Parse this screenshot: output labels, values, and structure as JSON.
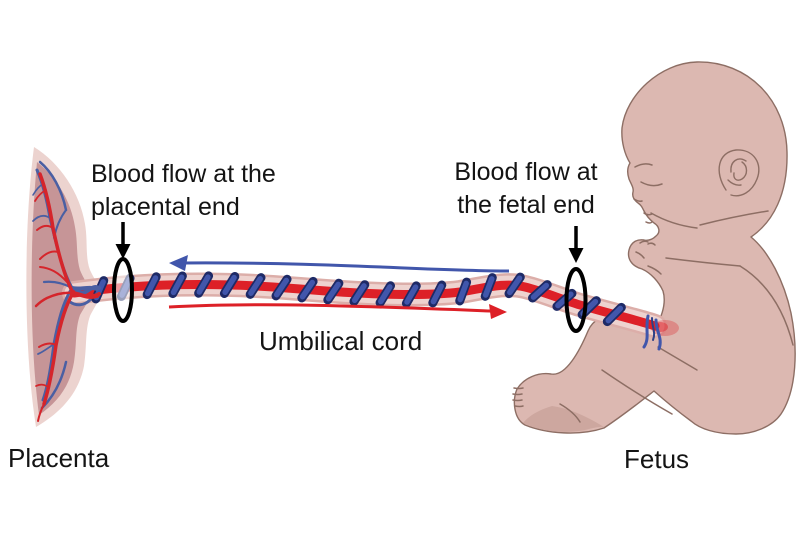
{
  "diagram": {
    "labels": {
      "placental_flow_line1": "Blood flow at the",
      "placental_flow_line2": "placental end",
      "fetal_flow_line1": "Blood flow at",
      "fetal_flow_line2": "the fetal end",
      "umbilical_cord": "Umbilical cord",
      "placenta": "Placenta",
      "fetus": "Fetus"
    },
    "colors": {
      "background": "#ffffff",
      "skin": "#dcb8b1",
      "skin_shade": "#c8a19a",
      "skin_outline": "#8d6e64",
      "placenta_outer": "#ecd3cf",
      "placenta_inner": "#c69597",
      "artery_red": "#dd2027",
      "vein_blue": "#4156ab",
      "vein_dark": "#1e2a66",
      "cord_sheath": "#eed3cf",
      "cord_sheath_edge": "#dcaea9",
      "marker_black": "#000000",
      "text": "#141414"
    },
    "icons": {
      "down_arrow": "black pointer from label down to measurement ring",
      "measurement_ring": "black open ellipse encircling the cord",
      "blue_left_arrow": "blood flow direction toward placenta",
      "red_right_arrow": "blood flow direction toward fetus"
    }
  }
}
